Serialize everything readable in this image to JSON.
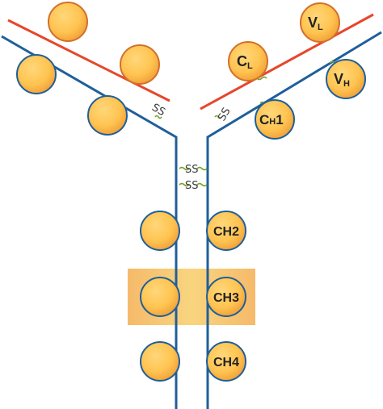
{
  "colors": {
    "heavy_chain": "#1f5f9a",
    "light_chain": "#e8462a",
    "domain_fill_top": "#ffc451",
    "domain_fill_bottom": "#f4a23a",
    "domain_stroke": "#d2702a",
    "linker": "#7aa12e",
    "highlight_box": "#f6c35b"
  },
  "labels": {
    "vl_main": "V",
    "vl_sub": "L",
    "cl_main": "C",
    "cl_sub": "L",
    "vh_main": "V",
    "vh_sub": "H",
    "ch1_main": "C",
    "ch1_sub": "H",
    "ch1_num": "1",
    "ch2": "CH2",
    "ch3": "CH3",
    "ch4": "CH4"
  },
  "disulfide_labels": {
    "left_arm": "SS",
    "right_arm": "SS",
    "hinge_top": "SS",
    "hinge_bottom": "SS"
  }
}
